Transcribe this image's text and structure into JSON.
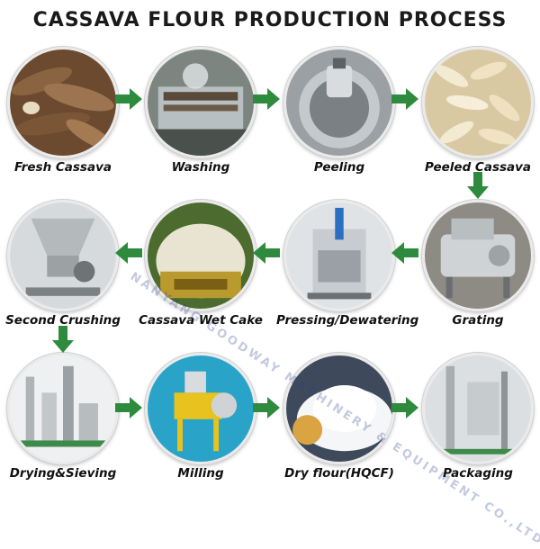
{
  "title": "CASSAVA FLOUR PRODUCTION PROCESS",
  "steps": [
    {
      "label": "Fresh Cassava",
      "photo": "fresh-cassava-photo"
    },
    {
      "label": "Washing",
      "photo": "washing-machine-photo"
    },
    {
      "label": "Peeling",
      "photo": "peeling-machine-photo"
    },
    {
      "label": "Peeled Cassava",
      "photo": "peeled-cassava-photo"
    },
    {
      "label": "Grating",
      "photo": "grating-machine-photo"
    },
    {
      "label": "Pressing/Dewatering",
      "photo": "press-machine-photo"
    },
    {
      "label": "Cassava Wet Cake",
      "photo": "wet-cake-photo"
    },
    {
      "label": "Second Crushing",
      "photo": "crusher-machine-photo"
    },
    {
      "label": "Drying&Sieving",
      "photo": "dryer-plant-photo"
    },
    {
      "label": "Milling",
      "photo": "milling-machine-photo"
    },
    {
      "label": "Dry flour(HQCF)",
      "photo": "dry-flour-photo"
    },
    {
      "label": "Packaging",
      "photo": "packaging-machine-photo"
    }
  ],
  "watermark": "NANYANG GOODWAY MACHINERY & EQUIPMENT CO.,LTD",
  "colors": {
    "arrow": "#2e8b3e",
    "title": "#1a1a1a"
  }
}
